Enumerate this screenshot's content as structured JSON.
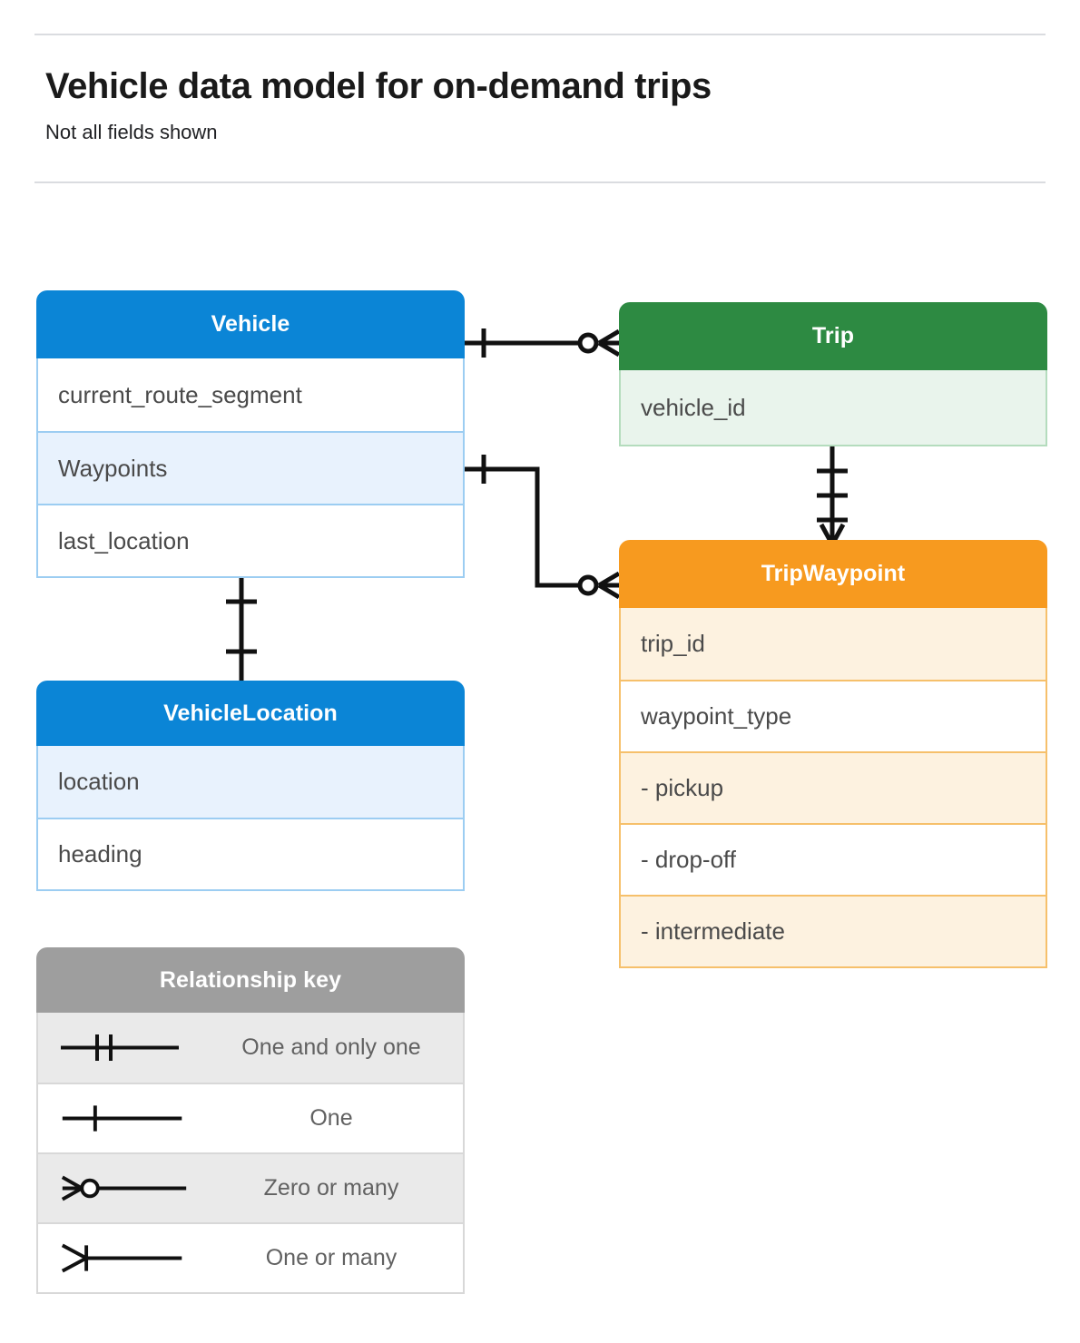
{
  "header": {
    "title": "Vehicle data model for on-demand trips",
    "subtitle": "Not all fields shown"
  },
  "entities": {
    "vehicle": {
      "name": "Vehicle",
      "color": "#0b85d6",
      "fields": [
        "current_route_segment",
        "Waypoints",
        "last_location"
      ]
    },
    "vehicle_location": {
      "name": "VehicleLocation",
      "color": "#0b85d6",
      "fields": [
        "location",
        "heading"
      ]
    },
    "trip": {
      "name": "Trip",
      "color": "#2d8a42",
      "fields": [
        "vehicle_id"
      ]
    },
    "trip_waypoint": {
      "name": "TripWaypoint",
      "color": "#f79a1f",
      "fields": [
        "trip_id",
        "waypoint_type",
        "-  pickup",
        "-  drop-off",
        "-  intermediate"
      ]
    }
  },
  "legend": {
    "title": "Relationship key",
    "header_color": "#9e9e9e",
    "rows": [
      {
        "label": "One and only one",
        "symbol": "one-and-only-one"
      },
      {
        "label": "One",
        "symbol": "one"
      },
      {
        "label": "Zero or many",
        "symbol": "zero-or-many"
      },
      {
        "label": "One or many",
        "symbol": "one-or-many"
      }
    ]
  },
  "relationships": [
    {
      "from": "Vehicle",
      "to": "Trip",
      "from_cardinality": "One",
      "to_cardinality": "Zero or many"
    },
    {
      "from": "Vehicle.Waypoints",
      "to": "TripWaypoint",
      "from_cardinality": "One",
      "to_cardinality": "Zero or many"
    },
    {
      "from": "Trip",
      "to": "TripWaypoint",
      "from_cardinality": "One and only one",
      "to_cardinality": "One or many"
    },
    {
      "from": "Vehicle",
      "to": "VehicleLocation",
      "from_cardinality": "One",
      "to_cardinality": "One"
    }
  ]
}
